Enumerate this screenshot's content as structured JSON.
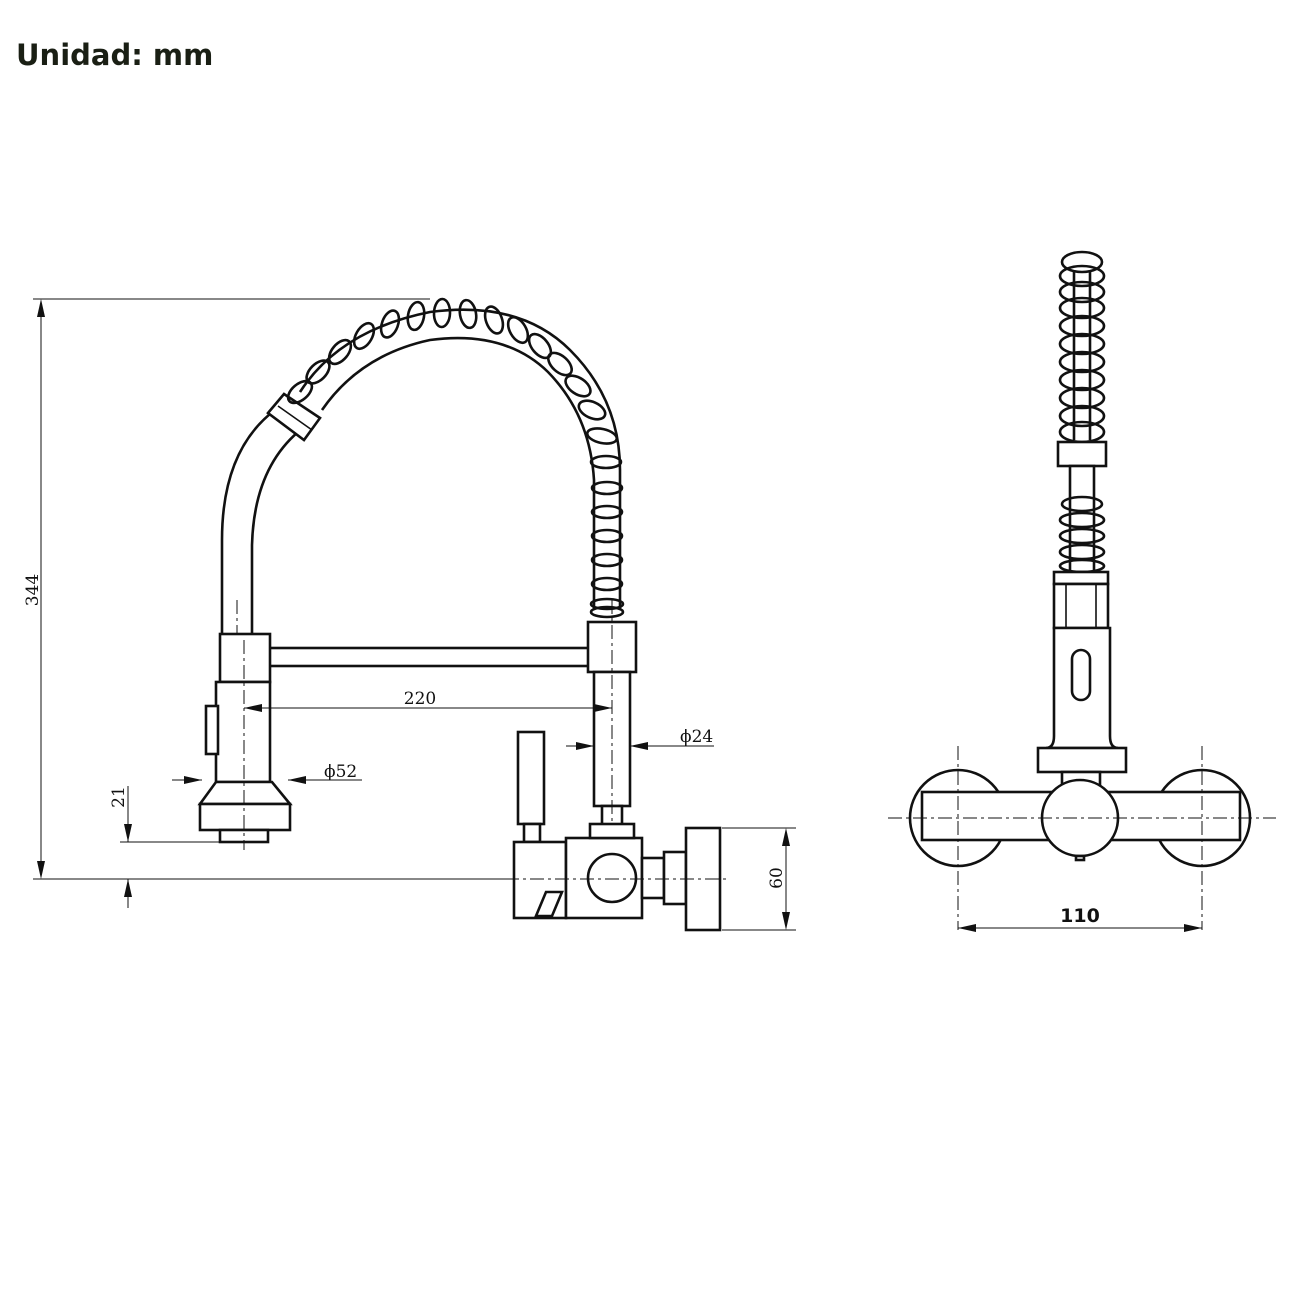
{
  "title": "Unidad: mm",
  "dimensions": {
    "height_total": "344",
    "reach": "220",
    "hose_diameter": "ϕ24",
    "spray_head_diameter": "ϕ52",
    "spray_head_offset": "21",
    "connection_height": "60",
    "inlet_spacing": "110"
  }
}
